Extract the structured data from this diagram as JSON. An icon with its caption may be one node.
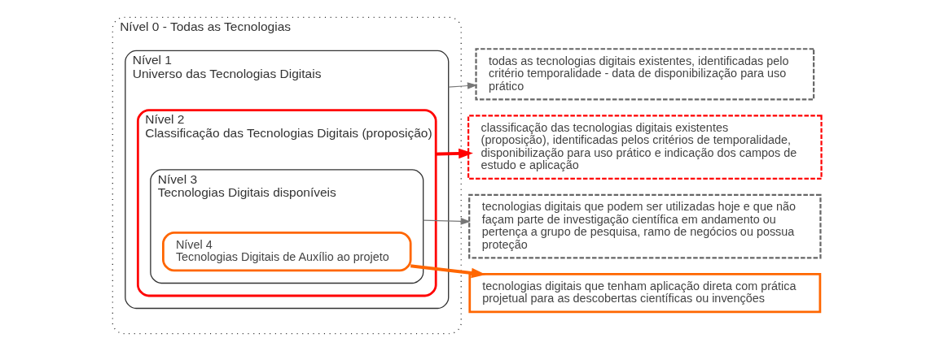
{
  "diagram": {
    "nodes": [
      {
        "text": [
          "Nível 0 - Todas as Tecnologias"
        ]
      },
      {
        "text": [
          "Nível 1",
          "Universo das Tecnologias Digitais"
        ],
        "in": 0
      },
      {
        "text": [
          "Nível 2",
          "Classificação das Tecnologias Digitais (proposição)"
        ],
        "in": 1
      },
      {
        "text": [
          "Nível 3",
          "Tecnologias Digitais disponíveis"
        ],
        "in": 2
      },
      {
        "text": [
          "Nível 4",
          "Tecnologias Digitais de Auxílio ao projeto"
        ],
        "in": 3
      },
      {
        "text": [
          "todas as tecnologias digitais existentes, identificadas pelo critério temporalidade - data de disponibilização para uso prático"
        ]
      },
      {
        "text": [
          "classificação das tecnologias digitais existentes (proposição), identificadas pelos critérios de temporalidade, disponibilização para uso prático e indicação dos campos de estudo e aplicação"
        ]
      },
      {
        "text": [
          "tecnologias digitais que podem ser utilizadas hoje e que não façam parte de investigação científica em andamento ou pertença a grupo de pesquisa, ramo de negócios ou possua proteção"
        ]
      },
      {
        "text": [
          "tecnologias digitais que tenham aplicação direta com prática projetual para as descobertas científicas ou invenções"
        ]
      }
    ],
    "edges": [
      {
        "from": 1,
        "to": 5,
        "arrow": "to"
      },
      {
        "from": 2,
        "to": 6,
        "arrow": "to",
        "style": "thick",
        "color": "#ff0000"
      },
      {
        "from": 3,
        "to": 7,
        "arrow": "to"
      },
      {
        "from": 4,
        "to": 8,
        "arrow": "to",
        "style": "thick",
        "color": "#ff6600"
      }
    ]
  }
}
